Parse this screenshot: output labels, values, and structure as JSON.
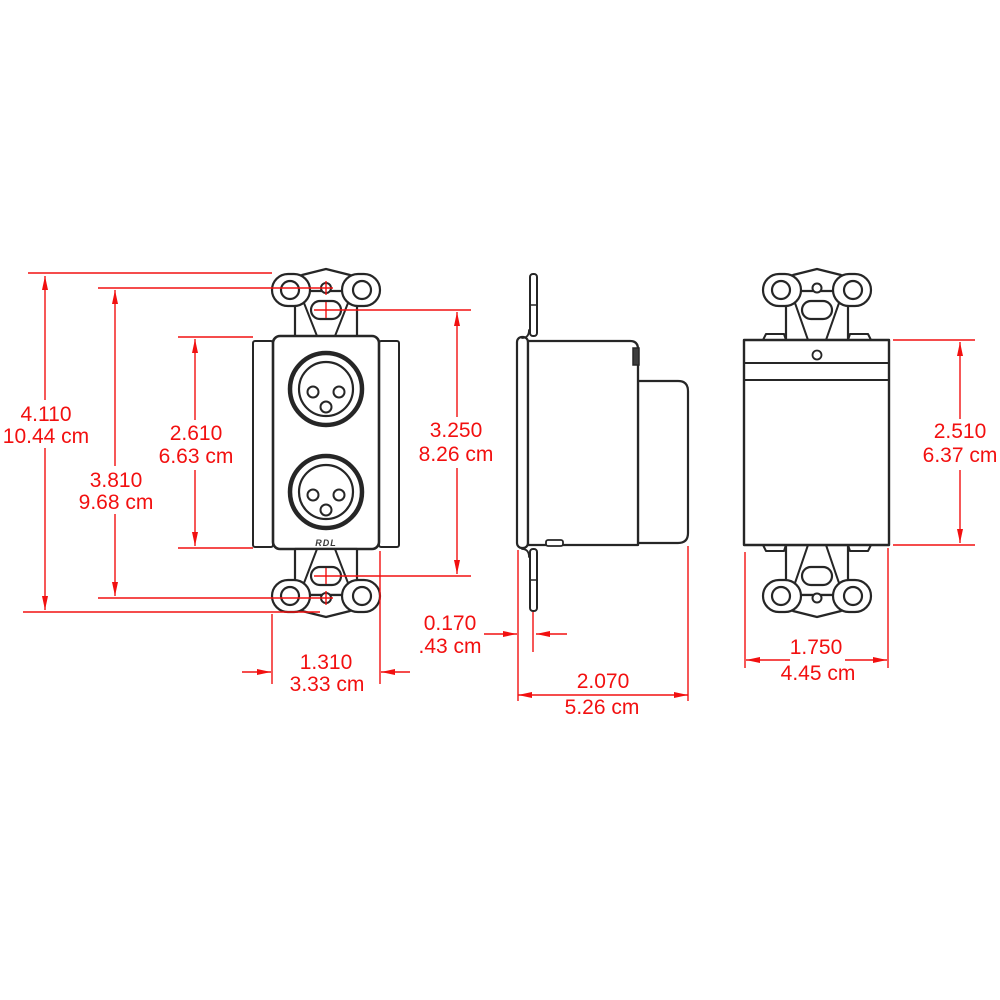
{
  "drawing": {
    "brand": "RDL",
    "colors": {
      "dimension_red": "#f21010",
      "outline_black": "#262626"
    },
    "dimensions": {
      "overall_height": {
        "inches": "4.110",
        "metric": "10.44 cm"
      },
      "hole_spacing": {
        "inches": "3.810",
        "metric": "9.68 cm"
      },
      "plate_height": {
        "inches": "2.610",
        "metric": "6.63 cm"
      },
      "slot_spacing": {
        "inches": "3.250",
        "metric": "8.26 cm"
      },
      "bracket_width": {
        "inches": "1.310",
        "metric": "3.33 cm"
      },
      "flange_thickness": {
        "inches": "0.170",
        "metric": ".43 cm"
      },
      "mounting_depth": {
        "inches": "2.070",
        "metric": "5.26 cm"
      },
      "rear_body_height": {
        "inches": "2.510",
        "metric": "6.37 cm"
      },
      "rear_body_width": {
        "inches": "1.750",
        "metric": "4.45 cm"
      }
    }
  }
}
